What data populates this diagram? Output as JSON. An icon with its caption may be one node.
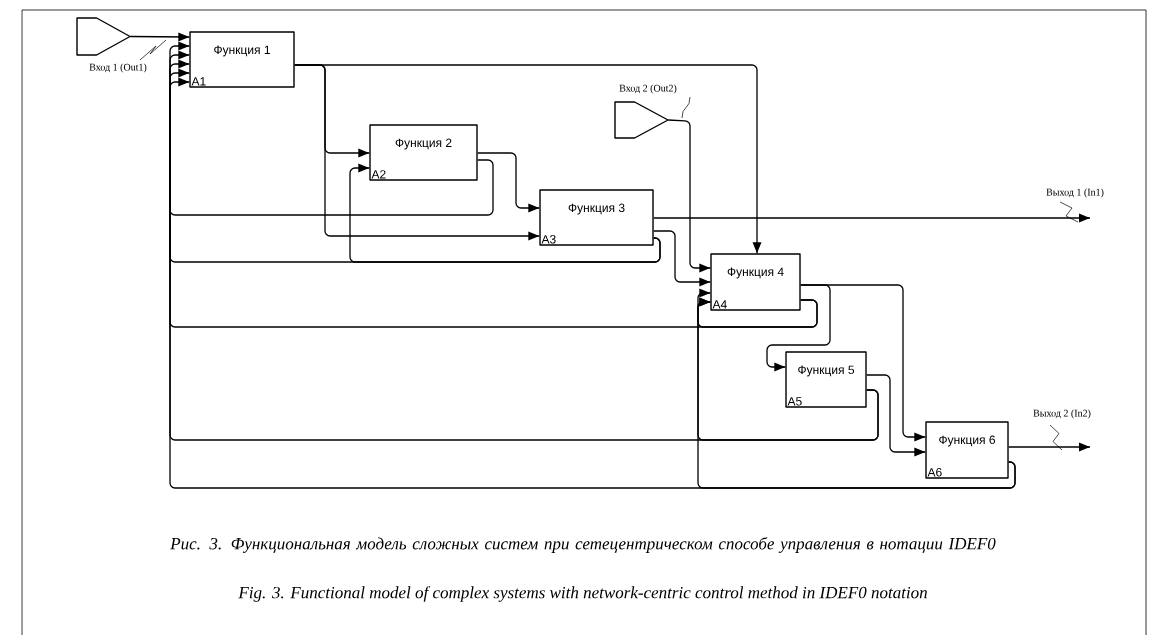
{
  "diagram": {
    "caption": "Рис. 3. Функциональная модель сложных систем при сетецентрическом способе управления в нотации IDEF0",
    "nodes": [
      {
        "text": [],
        "shape": "pentagon"
      },
      {
        "text": [
          "Функция 1",
          "A1"
        ]
      },
      {
        "text": [],
        "shape": "pentagon"
      },
      {
        "text": [
          "Функция 2",
          "A2"
        ]
      },
      {
        "text": [
          "Функция 3",
          "A3"
        ]
      },
      {
        "text": [
          "Функция 4",
          "A4"
        ]
      },
      {
        "text": [
          "Функция 5",
          "A5"
        ]
      },
      {
        "text": [
          "Функция 6",
          "A6"
        ]
      }
    ],
    "edges": [
      {
        "from": 0,
        "to": 1,
        "arrow": "to",
        "label": "Вход 1 (Out1)"
      },
      {
        "from": 3,
        "to": 1,
        "arrow": "to"
      },
      {
        "from": 4,
        "to": 1,
        "arrow": "to"
      },
      {
        "from": 5,
        "to": 1,
        "arrow": "to"
      },
      {
        "from": 6,
        "to": 1,
        "arrow": "to"
      },
      {
        "from": 7,
        "to": 1,
        "arrow": "to"
      },
      {
        "from": 1,
        "to": 3,
        "arrow": "to"
      },
      {
        "from": 1,
        "to": 4,
        "arrow": "to"
      },
      {
        "from": 1,
        "to": 5,
        "arrow": "to"
      },
      {
        "from": 4,
        "to": 3,
        "arrow": "to"
      },
      {
        "from": 3,
        "to": 4,
        "arrow": "to"
      },
      {
        "from": 4,
        "to": null,
        "arrow": "to",
        "label": "Выход 1 (In1)"
      },
      {
        "from": 4,
        "to": 5,
        "arrow": "to"
      },
      {
        "from": 2,
        "to": 5,
        "arrow": "to",
        "label": "Вход 2 (Out2)"
      },
      {
        "from": 5,
        "to": 5,
        "arrow": "to"
      },
      {
        "from": 6,
        "to": 5,
        "arrow": "to"
      },
      {
        "from": 7,
        "to": 5,
        "arrow": "to"
      },
      {
        "from": 5,
        "to": 6,
        "arrow": "to"
      },
      {
        "from": 5,
        "to": 7,
        "arrow": "to"
      },
      {
        "from": 6,
        "to": 7,
        "arrow": "to"
      },
      {
        "from": 7,
        "to": null,
        "arrow": "to",
        "label": "Выход 2 (In2)"
      }
    ],
    "labels": [
      "Fig. 3. Functional model of complex systems with network-centric control method in IDEF0 notation"
    ]
  }
}
